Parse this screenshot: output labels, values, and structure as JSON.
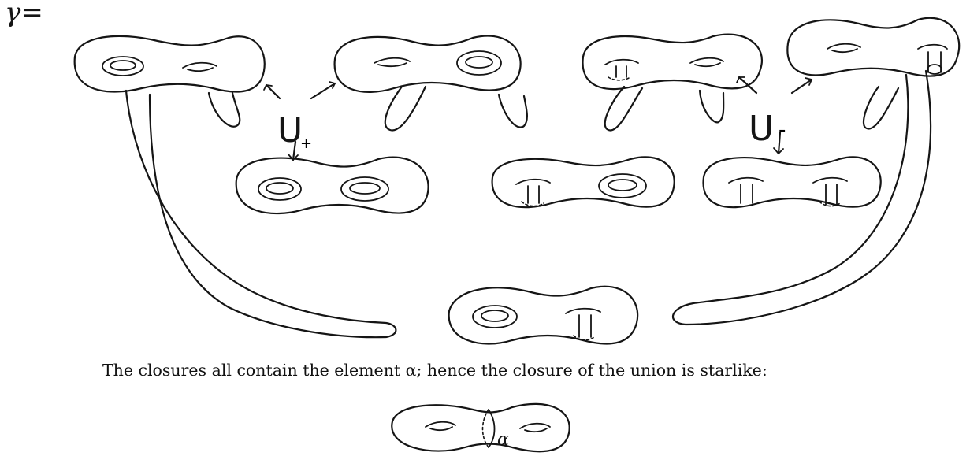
{
  "figure": {
    "gamma_label": "γ=",
    "u_plus_label": "U",
    "u_plus_sub": "+",
    "u_minus_label": "U",
    "u_minus_sub": "-",
    "alpha_mark": "α"
  },
  "caption": {
    "text": "The closures all contain the element α; hence the closure of the union is starlike:"
  }
}
